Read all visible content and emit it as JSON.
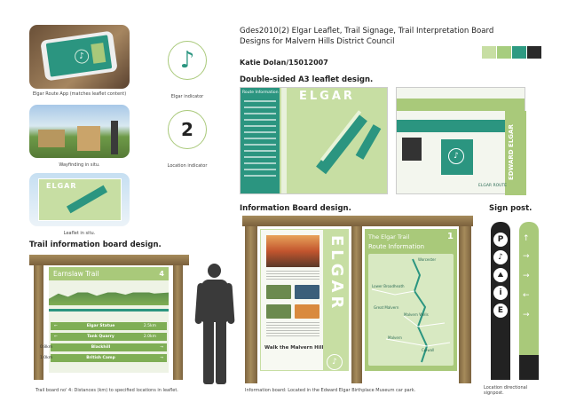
{
  "header": {
    "title_line1": "Gdes2010(2) Elgar Leaflet, Trail Signage, Trail Interpretation Board",
    "title_line2": "Designs for Malvern Hills District Council",
    "author": "Katie Dolan/15012007"
  },
  "palette": [
    "#c7dea3",
    "#a6cd7e",
    "#2e9a82",
    "#2a2a2a"
  ],
  "left_column": {
    "app_caption": "Elgar Route App (matches leaflet content)",
    "wayfinding_caption": "Wayfinding in situ.",
    "leaflet_caption": "Leaflet in situ.",
    "leaflet_title": "ELGAR"
  },
  "indicators": {
    "elgar_icon": "music-note-icon",
    "elgar_glyph": "♪",
    "elgar_caption": "Elgar indicator",
    "location_number": "2",
    "location_caption": "Location indicator"
  },
  "leaflet": {
    "section_title": "Double-sided A3 leaflet design.",
    "route_info_label": "Route Information",
    "cover_title": "ELGAR",
    "back_title": "EDWARD ELGAR",
    "back_subtitle": "ELGAR ROUTE"
  },
  "trail_board": {
    "section_title": "Trail information board design.",
    "board_name": "Earnslaw Trail",
    "board_number": "4",
    "rows": [
      {
        "label": "Elgar Statue",
        "distance": "2.5km",
        "direction": "left"
      },
      {
        "label": "Tank Quarry",
        "distance": "2.0km",
        "direction": "left"
      },
      {
        "label": "Blackhill",
        "distance": "",
        "prefix": "0.8km",
        "direction": "right"
      },
      {
        "label": "British Camp",
        "distance": "",
        "prefix": "1.0km",
        "direction": "right"
      }
    ],
    "caption": "Trail board no' 4: Distances (km) to specified locations in leaflet."
  },
  "info_board": {
    "section_title": "Information Board design.",
    "vertical_title": "ELGAR",
    "left_panel_heading": "Walk the Malvern Hills",
    "right_panel_title": "The Elgar Trail",
    "right_panel_number": "1",
    "right_panel_subtitle": "Route Information",
    "map_places": [
      "Worcester",
      "Lower Broadheath",
      "Great Malvern",
      "Malvern Wells",
      "Malvern",
      "Colwall"
    ],
    "caption": "Information board: Located in the Edward Elgar Birthplace Museum car park."
  },
  "sign_post": {
    "section_title": "Sign post.",
    "caption_line1": "Location directional",
    "caption_line2": "signpost."
  }
}
